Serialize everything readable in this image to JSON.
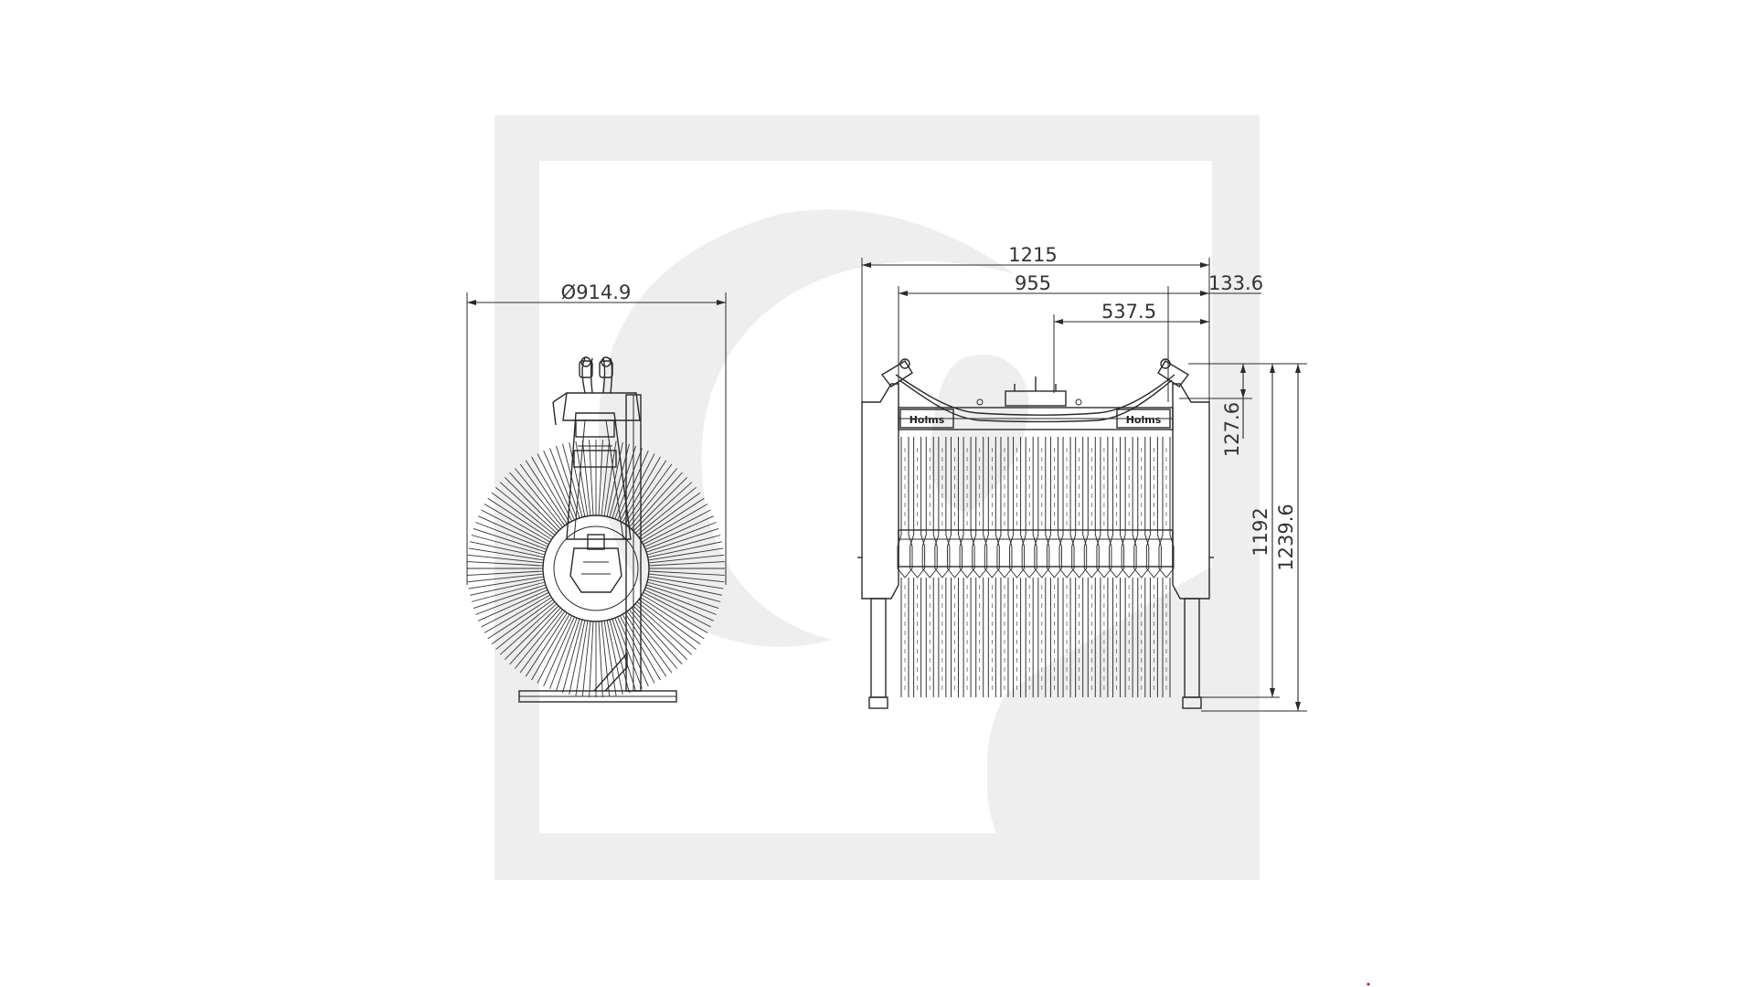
{
  "dimensions": {
    "diameter": "Ø914.9",
    "overall_width": "1215",
    "inner_width": "955",
    "half_width": "537.5",
    "offset_right": "133.6",
    "top_height": "127.6",
    "height_inner": "1192",
    "height_overall": "1239.6"
  },
  "brand": {
    "label_left": "Holms",
    "label_right": "Holms"
  },
  "colors": {
    "line": "#2a2a2a",
    "watermark": "#eeeeee",
    "background": "#ffffff"
  }
}
